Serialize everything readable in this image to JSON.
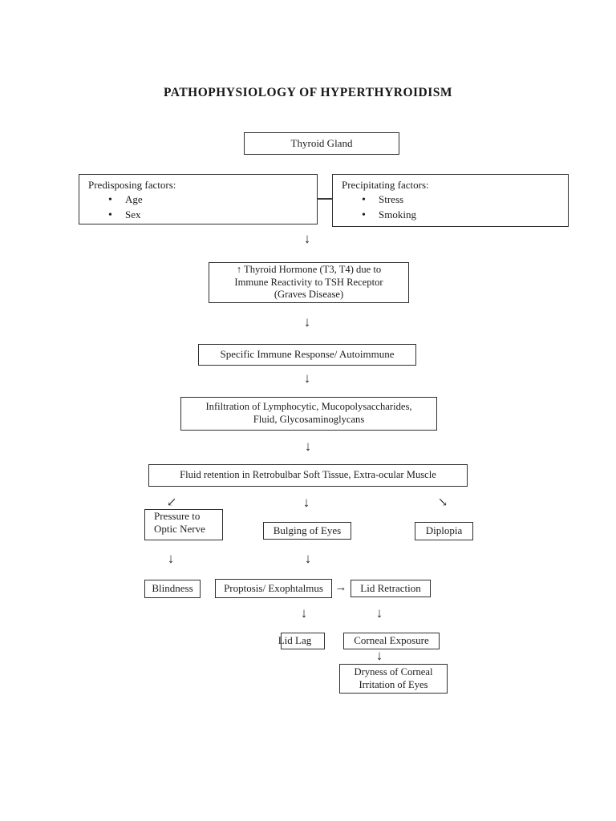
{
  "title": "PATHOPHYSIOLOGY OF HYPERTHYROIDISM",
  "glyphs": {
    "bullet": "•",
    "down_arrow": "↓",
    "down_left_arrow": "↙",
    "down_right_arrow": "↘",
    "right_arrow": "→"
  },
  "colors": {
    "background": "#ffffff",
    "text": "#1c1c1c",
    "border": "#2f2f2f"
  },
  "nodes": {
    "thyroid_gland": "Thyroid Gland",
    "predisposing_heading": "Predisposing factors:",
    "predisposing_items": [
      "Age",
      "Sex"
    ],
    "precipitating_heading": "Precipitating factors:",
    "precipitating_items": [
      "Stress",
      "Smoking"
    ],
    "hormone_line1": "↑ Thyroid Hormone (T3, T4) due to",
    "hormone_line2": "Immune Reactivity to TSH Receptor",
    "hormone_line3": "(Graves Disease)",
    "immune_response": "Specific Immune Response/ Autoimmune",
    "infiltration_line1": "Infiltration of Lymphocytic, Mucopolysaccharides,",
    "infiltration_line2": "Fluid, Glycosaminoglycans",
    "fluid_retention": "Fluid retention in Retrobulbar Soft Tissue, Extra-ocular Muscle",
    "pressure_line1": "Pressure to",
    "pressure_line2": "Optic Nerve",
    "bulging": "Bulging of Eyes",
    "diplopia": "Diplopia",
    "blindness": "Blindness",
    "proptosis": "Proptosis/ Exophtalmus",
    "lid_retraction": "Lid Retraction",
    "lid_lag": "Lid Lag",
    "corneal_exposure": "Corneal Exposure",
    "dryness_line1": "Dryness of Corneal",
    "dryness_line2": "Irritation of Eyes"
  }
}
